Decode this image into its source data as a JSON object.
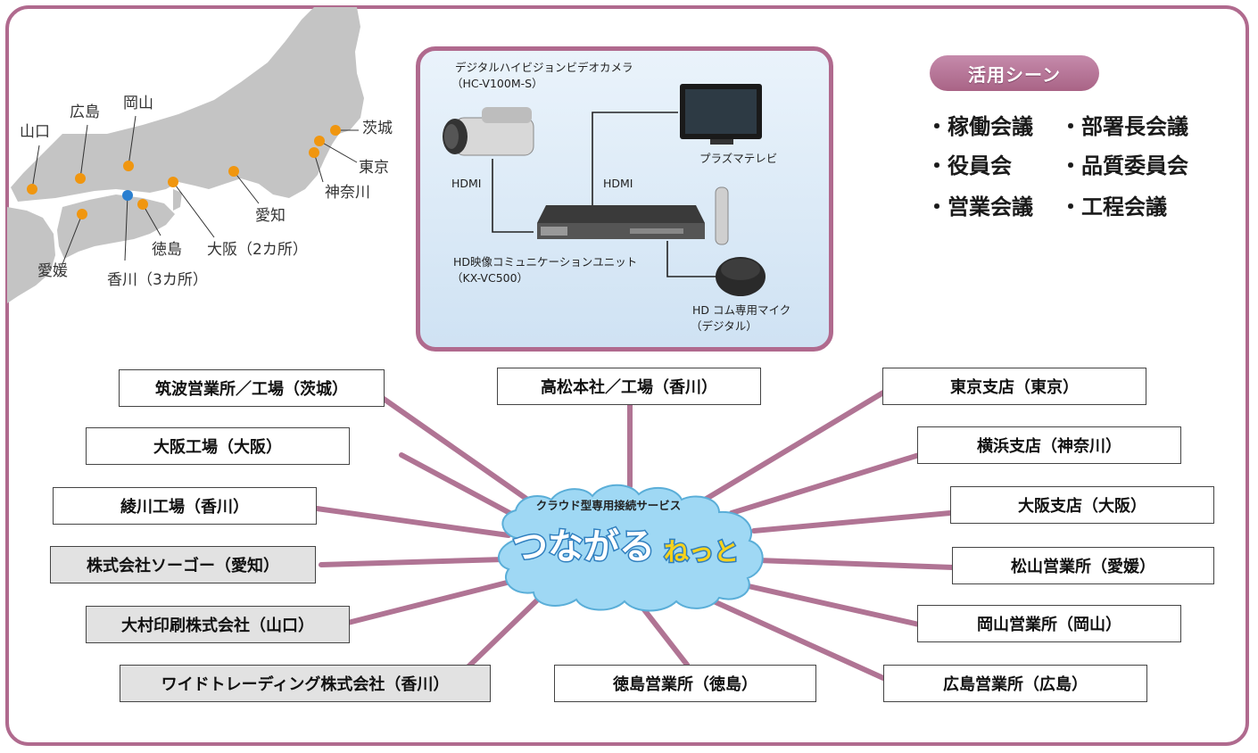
{
  "map": {
    "prefectures": [
      {
        "id": "yamaguchi",
        "label": "山口"
      },
      {
        "id": "hiroshima",
        "label": "広島"
      },
      {
        "id": "okayama",
        "label": "岡山"
      },
      {
        "id": "ehime",
        "label": "愛媛"
      },
      {
        "id": "kagawa",
        "label": "香川（3カ所）"
      },
      {
        "id": "tokushima",
        "label": "徳島"
      },
      {
        "id": "osaka",
        "label": "大阪（2カ所）"
      },
      {
        "id": "aichi",
        "label": "愛知"
      },
      {
        "id": "kanagawa",
        "label": "神奈川"
      },
      {
        "id": "tokyo",
        "label": "東京"
      },
      {
        "id": "ibaraki",
        "label": "茨城"
      }
    ],
    "dot_color": "#f0960f",
    "hq_dot_color": "#2a7fd0",
    "land_color": "#c2c2c2"
  },
  "equipment": {
    "camera_label": "デジタルハイビジョンビデオカメラ",
    "camera_model": "（HC-V100M-S）",
    "tv_label": "プラズマテレビ",
    "hdmi_left": "HDMI",
    "hdmi_right": "HDMI",
    "unit_label": "HD映像コミュニケーションユニット",
    "unit_model": "（KX-VC500）",
    "mic_label": "HD コム専用マイク",
    "mic_note": "（デジタル）"
  },
  "scenes": {
    "title": "活用シーン",
    "items": [
      "・稼働会議",
      "・部署長会議",
      "・役員会",
      "・品質委員会",
      "・営業会議",
      "・工程会議"
    ]
  },
  "service": {
    "caption": "クラウド型専用接続サービス",
    "logo_main": "つながる",
    "logo_sub": "ねっと"
  },
  "sites": [
    {
      "id": "tsukuba",
      "label": "筑波営業所／工場（茨城）",
      "gray": false
    },
    {
      "id": "takamatsu",
      "label": "高松本社／工場（香川）",
      "gray": false
    },
    {
      "id": "tokyo",
      "label": "東京支店（東京）",
      "gray": false
    },
    {
      "id": "osaka-factory",
      "label": "大阪工場（大阪）",
      "gray": false
    },
    {
      "id": "yokohama",
      "label": "横浜支店（神奈川）",
      "gray": false
    },
    {
      "id": "ayagawa",
      "label": "綾川工場（香川）",
      "gray": false
    },
    {
      "id": "osaka-branch",
      "label": "大阪支店（大阪）",
      "gray": false
    },
    {
      "id": "sogo",
      "label": "株式会社ソーゴー（愛知）",
      "gray": true
    },
    {
      "id": "matsuyama",
      "label": "松山営業所（愛媛）",
      "gray": false
    },
    {
      "id": "omura",
      "label": "大村印刷株式会社（山口）",
      "gray": true
    },
    {
      "id": "okayama",
      "label": "岡山営業所（岡山）",
      "gray": false
    },
    {
      "id": "wide",
      "label": "ワイドトレーディング株式会社（香川）",
      "gray": true
    },
    {
      "id": "tokushima",
      "label": "徳島営業所（徳島）",
      "gray": false
    },
    {
      "id": "hiroshima",
      "label": "広島営業所（広島）",
      "gray": false
    }
  ],
  "colors": {
    "accent": "#b06a8e",
    "connector": "#b07494",
    "cloud": "#8fd0f0"
  }
}
